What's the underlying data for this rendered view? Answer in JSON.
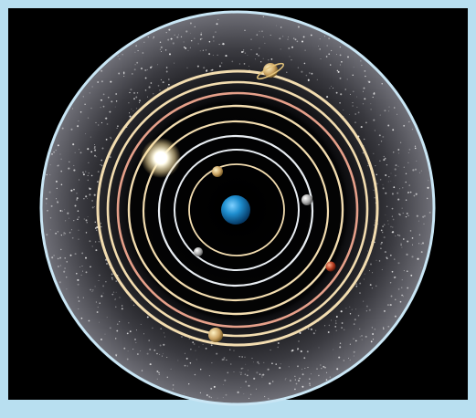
{
  "scene": {
    "subject": "geocentric-cosmos-illustration",
    "colors": {
      "frame": "#b8dff0",
      "background": "#000000",
      "sphere_rim": "#c9e6f5",
      "orbit_cream": "#f3ddb0",
      "orbit_pink": "#e6a08a",
      "orbit_white": "#e9eef3",
      "earth": "#1f8fd0"
    },
    "bodies": [
      {
        "name": "earth",
        "color": "#1f8fd0"
      },
      {
        "name": "moon",
        "color": "#c9c9c9"
      },
      {
        "name": "mercury",
        "color": "#9a9a9a"
      },
      {
        "name": "venus",
        "color": "#c8a75a"
      },
      {
        "name": "sun",
        "color": "#fffbe6"
      },
      {
        "name": "mars",
        "color": "#b0391f"
      },
      {
        "name": "jupiter",
        "color": "#c9a262"
      },
      {
        "name": "saturn",
        "color": "#e2c27a"
      }
    ]
  }
}
